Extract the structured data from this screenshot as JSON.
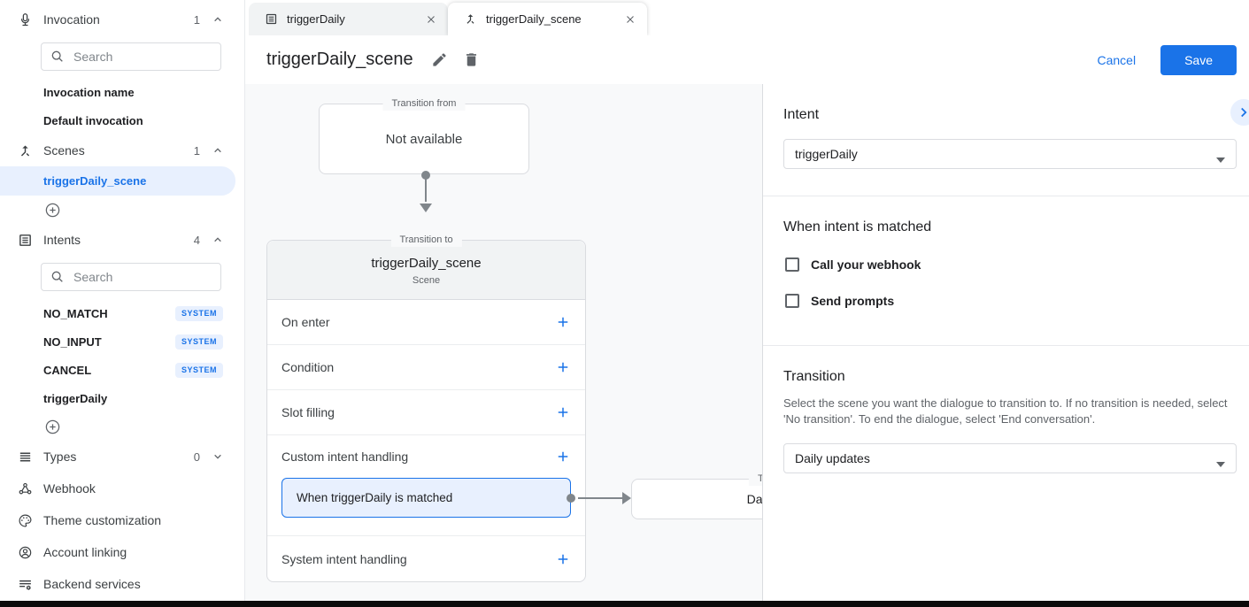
{
  "colors": {
    "accent": "#1a73e8",
    "accent_light": "#e8f0fe",
    "border": "#dadce0",
    "canvas_bg": "#f8f9fa",
    "tab_inactive_bg": "#f1f3f4",
    "text": "#202124",
    "text_secondary": "#5f6368"
  },
  "sidebar": {
    "invocation": {
      "label": "Invocation",
      "count": "1"
    },
    "invocation_search_placeholder": "Search",
    "invocation_items": [
      "Invocation name",
      "Default invocation"
    ],
    "scenes": {
      "label": "Scenes",
      "count": "1"
    },
    "scene_items": [
      "triggerDaily_scene"
    ],
    "intents": {
      "label": "Intents",
      "count": "4"
    },
    "intents_search_placeholder": "Search",
    "intent_items": [
      {
        "name": "NO_MATCH",
        "badge": "SYSTEM"
      },
      {
        "name": "NO_INPUT",
        "badge": "SYSTEM"
      },
      {
        "name": "CANCEL",
        "badge": "SYSTEM"
      },
      {
        "name": "triggerDaily",
        "badge": ""
      }
    ],
    "types": {
      "label": "Types",
      "count": "0"
    },
    "webhook_label": "Webhook",
    "theme_label": "Theme customization",
    "account_label": "Account linking",
    "backend_label": "Backend services"
  },
  "tabs": [
    {
      "label": "triggerDaily"
    },
    {
      "label": "triggerDaily_scene"
    }
  ],
  "titlebar": {
    "title": "triggerDaily_scene",
    "cancel_label": "Cancel",
    "save_label": "Save"
  },
  "canvas": {
    "transition_from": {
      "legend": "Transition from",
      "content": "Not available"
    },
    "scene_card": {
      "legend": "Transition to",
      "title": "triggerDaily_scene",
      "subtitle": "Scene",
      "rows": [
        "On enter",
        "Condition",
        "Slot filling",
        "Custom intent handling"
      ],
      "selected_handler": "When triggerDaily is matched",
      "last_row": "System intent handling"
    },
    "target_box": {
      "legend": "Transition to",
      "content": "Daily updates"
    }
  },
  "panel": {
    "intent": {
      "heading": "Intent",
      "value": "triggerDaily"
    },
    "matched": {
      "heading": "When intent is matched",
      "checkboxes": [
        "Call your webhook",
        "Send prompts"
      ]
    },
    "transition": {
      "heading": "Transition",
      "description": "Select the scene you want the dialogue to transition to. If no transition is needed, select 'No transition'. To end the dialogue, select 'End conversation'.",
      "value": "Daily updates"
    }
  }
}
